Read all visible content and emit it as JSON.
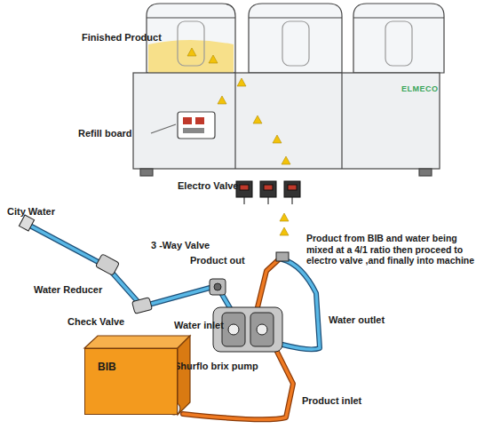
{
  "diagram": {
    "nodes": [
      {
        "text": [
          "BIB"
        ]
      }
    ],
    "labels": [
      "Finished Product",
      "Refill board",
      "ELMECO",
      "Electro Valve",
      "City Water",
      "Product from BIB and water being mixed at a 4/1 ratio then proceed to electro valve ,and finally into machine",
      "Water Reducer",
      "3 -Way Valve",
      "Product out",
      "Check Valve",
      "Water outlet",
      "Water inlet",
      "Shurflo brix pump",
      "Product inlet"
    ]
  }
}
